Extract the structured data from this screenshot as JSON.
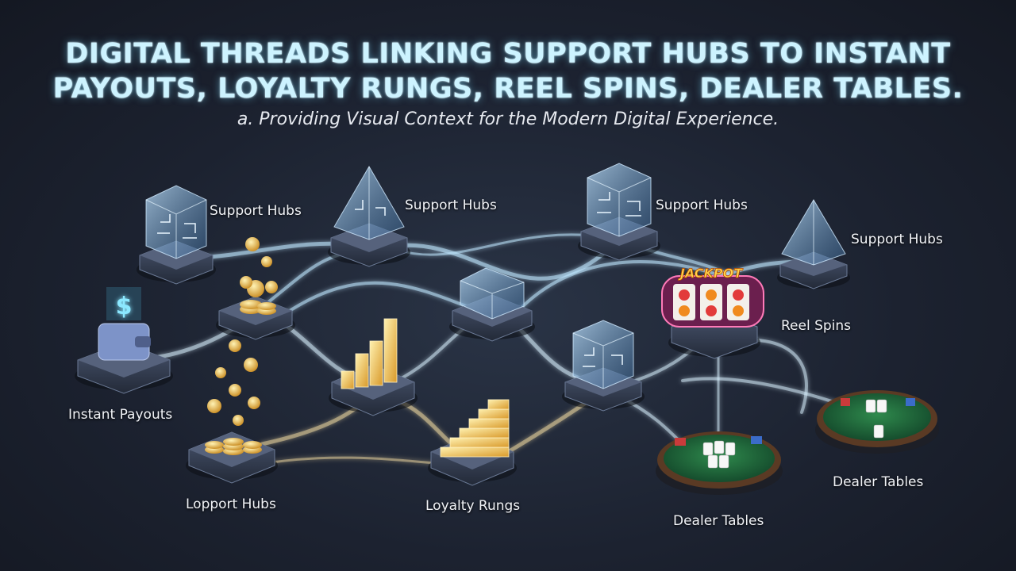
{
  "title_line1": "DIGITAL THREADS LINKING SUPPORT HUBS TO INSTANT",
  "title_line2": "PAYOUTS, LOYALTY RUNGS, REEL SPINS, DEALER TABLES.",
  "subtitle": "a. Providing Visual Context for the Modern Digital Experience.",
  "labels": {
    "hub1": "Support Hubs",
    "hub2": "Support Hubs",
    "hub3": "Support Hubs",
    "hub4": "Support Hubs",
    "instant_payouts": "Instant Payouts",
    "lopport_hubs": "Lopport Hubs",
    "loyalty_rungs": "Loyalty Rungs",
    "reel_spins": "Reel Spins",
    "dealer_tables_1": "Dealer Tables",
    "dealer_tables_2": "Dealer Tables"
  },
  "slot_banner": "JACKPOT",
  "wallet_symbol": "$",
  "colors": {
    "thread": "#bfe8ff",
    "thread_warm": "#ffe6a8",
    "hub_glass": "#7fb7e6",
    "coin": "#f2c14e",
    "felt": "#1f6b3a",
    "title_glow": "#cdf3ff"
  }
}
